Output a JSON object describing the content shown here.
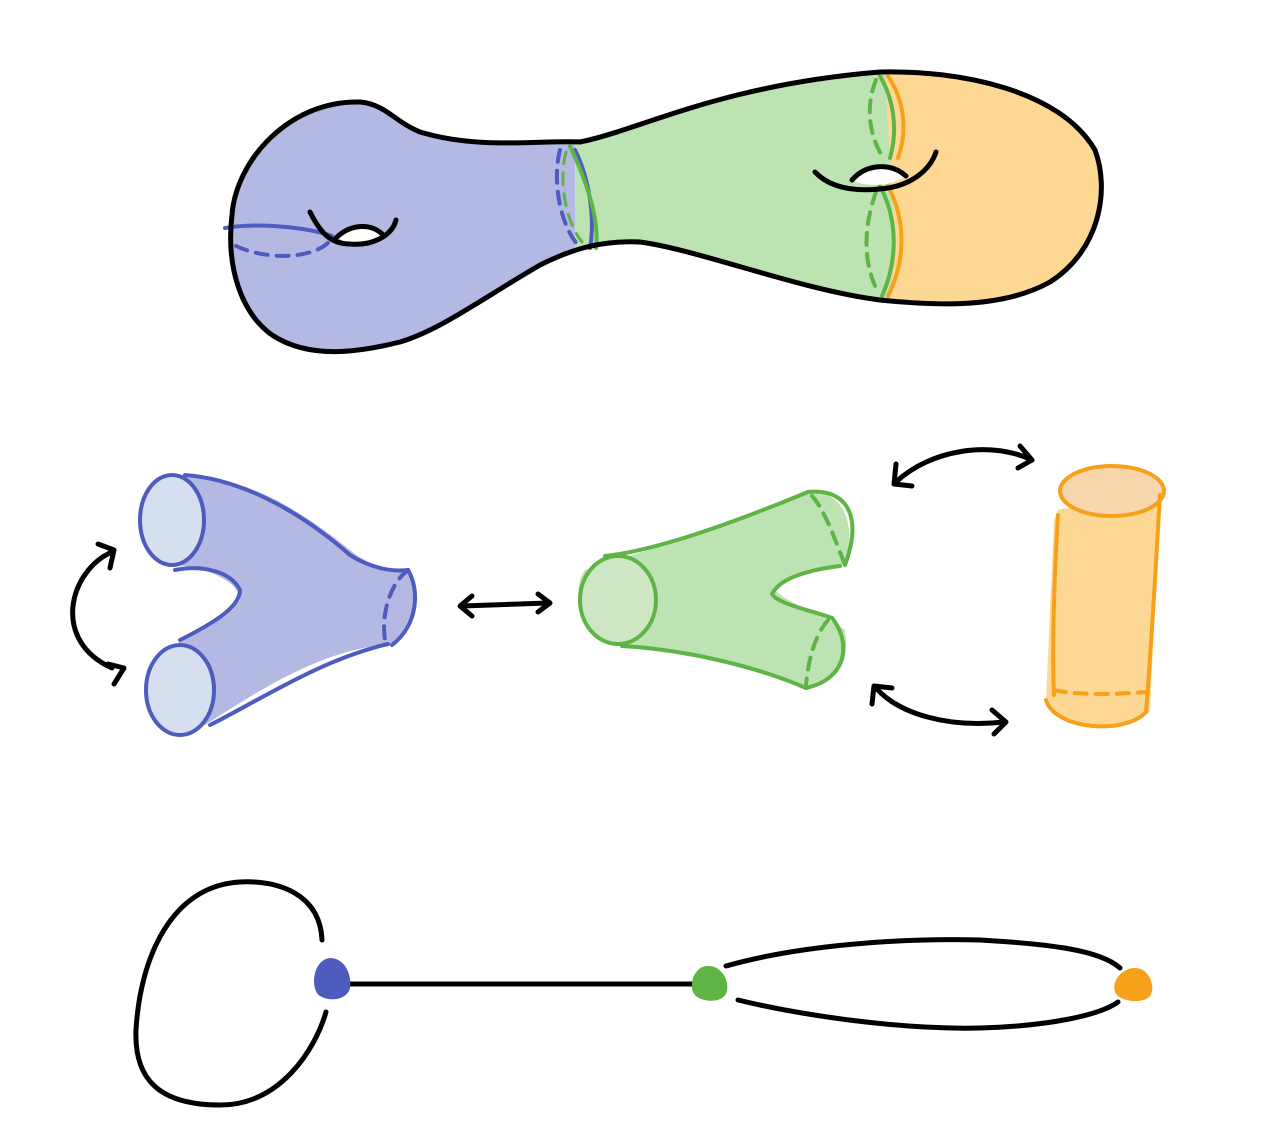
{
  "colors": {
    "blue_fill": "#b3b9e2",
    "blue_stroke": "#4e5bbf",
    "blue_cuff": "#d5dff0",
    "green_fill": "#bde3b2",
    "green_stroke": "#5fb446",
    "green_cuff": "#cde7c4",
    "orange_fill": "#fdd794",
    "orange_stroke": "#f7a11b",
    "orange_cap": "#f8d7ae",
    "ink": "#000000",
    "background": "#ffffff"
  },
  "diagram": {
    "panels": [
      "genus-two-surface",
      "pants-decomposition",
      "dual-graph"
    ],
    "surface_regions": [
      "blue",
      "green",
      "orange"
    ],
    "pieces": [
      "blue-pair-of-pants",
      "green-pair-of-pants",
      "orange-cylinder"
    ],
    "graph_vertices": [
      "blue",
      "green",
      "orange"
    ],
    "graph_edges": [
      {
        "from": "blue",
        "to": "blue",
        "kind": "loop"
      },
      {
        "from": "blue",
        "to": "green",
        "kind": "edge"
      },
      {
        "from": "green",
        "to": "orange",
        "kind": "edge"
      },
      {
        "from": "green",
        "to": "orange",
        "kind": "edge"
      }
    ]
  }
}
